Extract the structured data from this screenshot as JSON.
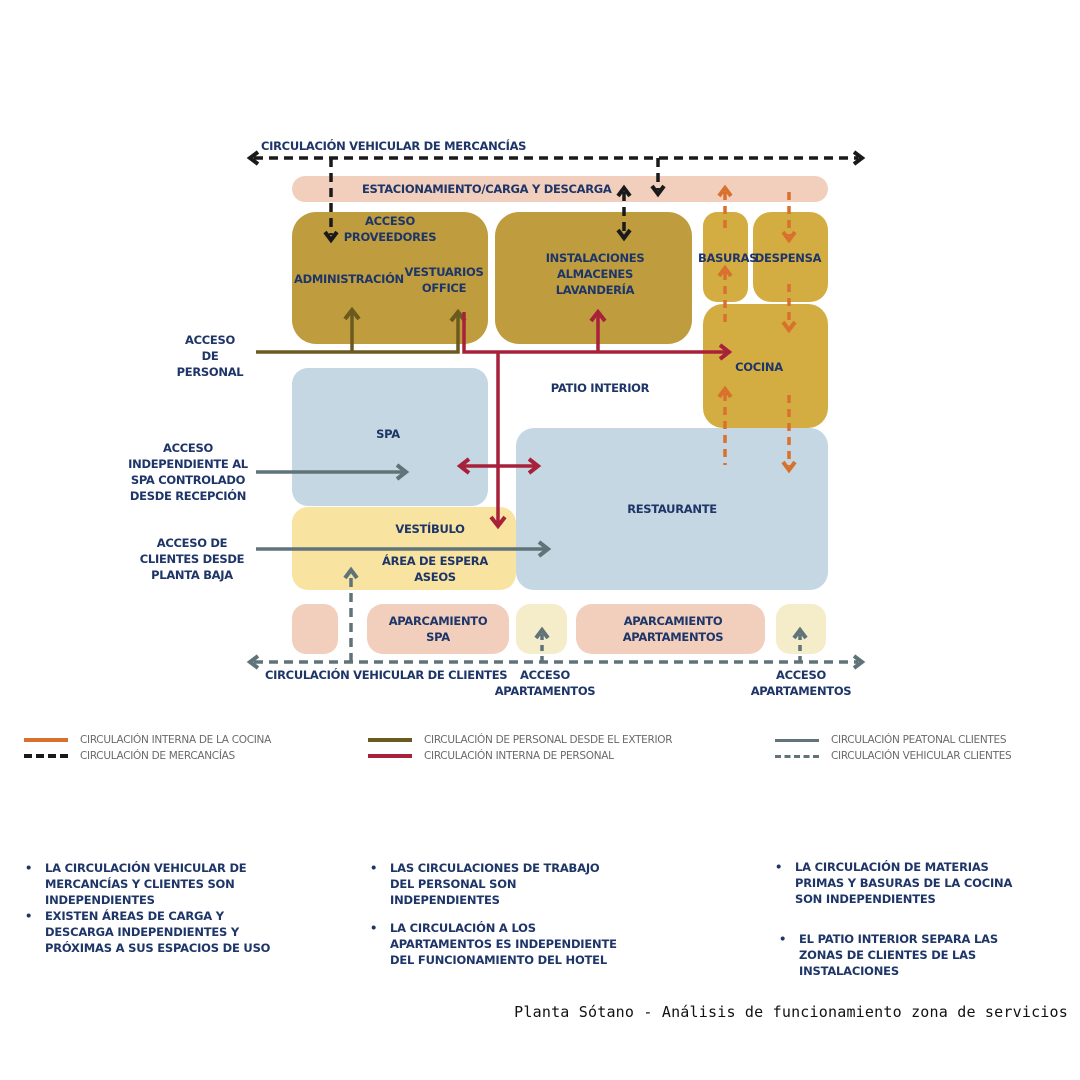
{
  "title": "Planta Sótano - Análisis de funcionamiento zona de servicios",
  "colors": {
    "kitchen_internal": "#d9712e",
    "goods": "#1a1a1a",
    "staff_exterior": "#6b5a1f",
    "staff_internal": "#a8213a",
    "client_pedestrian": "#5f7378",
    "client_vehicular": "#5f7378",
    "label_text": "#1e3568"
  },
  "top_road": {
    "label": "CIRCULACIÓN VEHICULAR DE MERCANCÍAS"
  },
  "bottom_road": {
    "label": "CIRCULACIÓN VEHICULAR DE CLIENTES"
  },
  "spaces": {
    "loading": "ESTACIONAMIENTO/CARGA Y DESCARGA",
    "supplier_access": "ACCESO\nPROVEEDORES",
    "administration": "ADMINISTRACIÓN",
    "lockers": "VESTUARIOS\nOFFICE",
    "installations": "INSTALACIONES\nALMACENES\nLAVANDERÍA",
    "garbage": "BASURAS",
    "pantry": "DESPENSA",
    "kitchen": "COCINA",
    "patio": "PATIO INTERIOR",
    "spa": "SPA",
    "restaurant": "RESTAURANTE",
    "lobby": "VESTÍBULO",
    "waiting": "ÁREA DE ESPERA\nASEOS",
    "spa_parking": "APARCAMIENTO\nSPA",
    "apartments_parking": "APARCAMIENTO\nAPARTAMENTOS"
  },
  "access_labels": {
    "staff": "ACCESO\nDE\nPERSONAL",
    "spa": "ACCESO\nINDEPENDIENTE AL\nSPA CONTROLADO\nDESDE RECEPCIÓN",
    "clients": "ACCESO DE\nCLIENTES DESDE\nPLANTA BAJA",
    "apartments_1": "ACCESO\nAPARTAMENTOS",
    "apartments_2": "ACCESO\nAPARTAMENTOS"
  },
  "legend": [
    {
      "label": "CIRCULACIÓN INTERNA DE LA COCINA",
      "style": "solid",
      "color": "#d9712e"
    },
    {
      "label": "CIRCULACIÓN DE MERCANCÍAS",
      "style": "dashed",
      "color": "#1a1a1a"
    },
    {
      "label": "CIRCULACIÓN DE PERSONAL DESDE EL EXTERIOR",
      "style": "solid",
      "color": "#6b5a1f"
    },
    {
      "label": "CIRCULACIÓN INTERNA DE PERSONAL",
      "style": "solid",
      "color": "#a8213a"
    },
    {
      "label": "CIRCULACIÓN PEATONAL CLIENTES",
      "style": "solid",
      "color": "#5f7378"
    },
    {
      "label": "CIRCULACIÓN VEHICULAR CLIENTES",
      "style": "dashed",
      "color": "#5f7378"
    }
  ],
  "notes": [
    {
      "text": "LA CIRCULACIÓN VEHICULAR DE\nMERCANCÍAS Y CLIENTES SON\nINDEPENDIENTES"
    },
    {
      "text": "EXISTEN ÁREAS DE CARGA Y\nDESCARGA INDEPENDIENTES Y\nPRÓXIMAS A SUS ESPACIOS DE USO"
    },
    {
      "text": "LAS CIRCULACIONES DE TRABAJO\nDEL PERSONAL SON\nINDEPENDIENTES"
    },
    {
      "text": "LA CIRCULACIÓN A LOS\nAPARTAMENTOS ES INDEPENDIENTE\nDEL FUNCIONAMIENTO DEL HOTEL"
    },
    {
      "text": "LA CIRCULACIÓN DE MATERIAS\nPRIMAS Y BASURAS DE LA COCINA\nSON INDEPENDIENTES"
    },
    {
      "text": "EL PATIO INTERIOR SEPARA LAS\nZONAS DE CLIENTES DE LAS\nINSTALACIONES"
    }
  ],
  "bullet": "•"
}
